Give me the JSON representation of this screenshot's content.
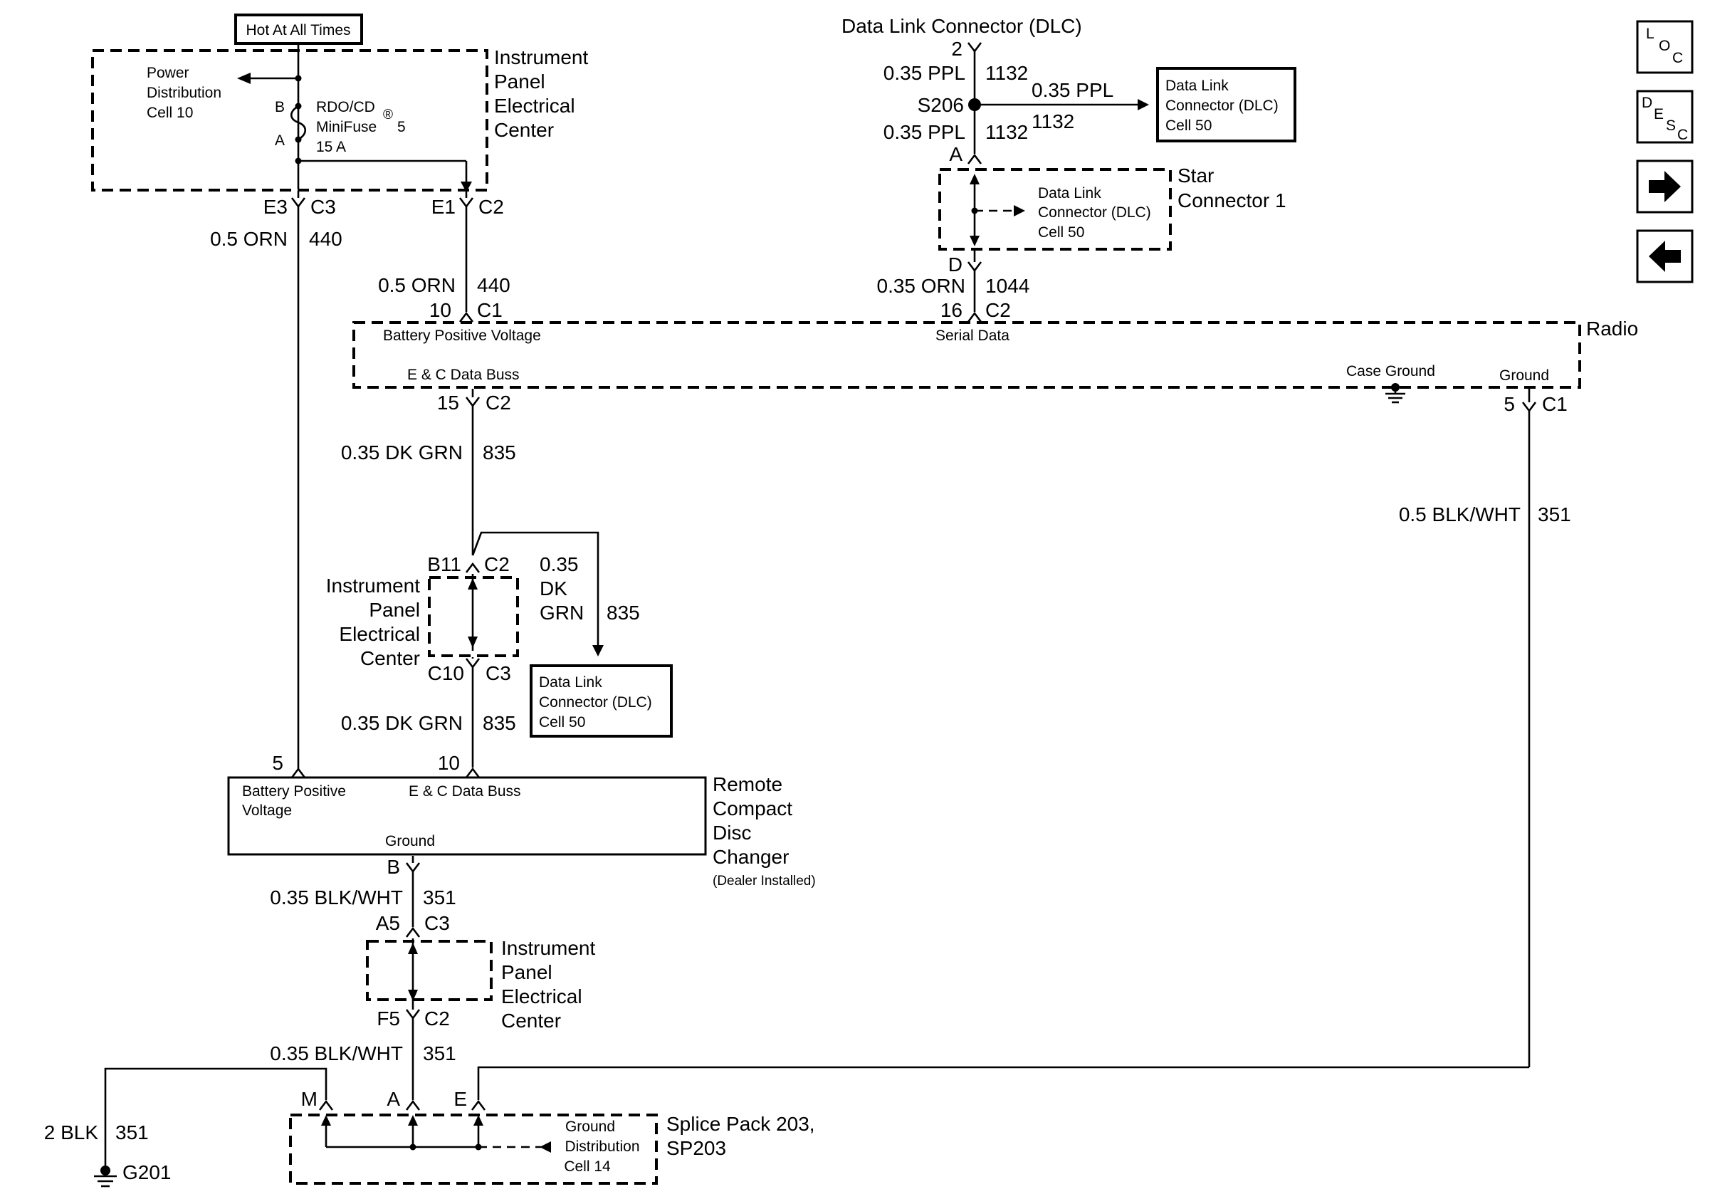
{
  "top": {
    "hot": "Hot At All Times",
    "dlc_title": "Data Link Connector (DLC)"
  },
  "ipec": {
    "title_lines": [
      "Instrument",
      "Panel",
      "Electrical",
      "Center"
    ],
    "pdc_lines": [
      "Power",
      "Distribution",
      "Cell 10"
    ],
    "fuse_lines": [
      "RDO/CD",
      "MiniFuse",
      "15 A"
    ],
    "fuse_reg": "®",
    "fuse_num": "5",
    "pin_b": "B",
    "pin_a": "A",
    "e3": "E3",
    "c3": "C3",
    "e1": "E1",
    "c2": "C2",
    "wire_440_left_size": "0.5 ORN",
    "wire_440_left_num": "440",
    "wire_440_right_size": "0.5 ORN",
    "wire_440_right_num": "440"
  },
  "dlc": {
    "pin2": "2",
    "wire_ppl_a_size": "0.35 PPL",
    "wire_ppl_a_num": "1132",
    "splice": "S206",
    "wire_ppl_b_size": "0.35 PPL",
    "wire_ppl_b_num": "1132",
    "wire_ppl_c_size": "0.35 PPL",
    "wire_ppl_c_num": "1132",
    "box_lines": [
      "Data Link",
      "Connector (DLC)",
      "Cell 50"
    ],
    "pin_a": "A",
    "star_lines": [
      "Star",
      "Connector 1"
    ],
    "star_box_lines": [
      "Data Link",
      "Connector (DLC)",
      "Cell 50"
    ],
    "pin_d": "D",
    "wire_orn_size": "0.35 ORN",
    "wire_orn_num": "1044"
  },
  "radio": {
    "title": "Radio",
    "pin10": "10",
    "c1": "C1",
    "pin16": "16",
    "c2": "C2",
    "bpv": "Battery Positive Voltage",
    "serial": "Serial Data",
    "ec_buss": "E & C Data Buss",
    "case_ground": "Case Ground",
    "ground": "Ground",
    "pin15": "15",
    "c2b": "C2",
    "pin5": "5",
    "c1b": "C1"
  },
  "mid": {
    "wire_835_a_size": "0.35 DK GRN",
    "wire_835_a_num": "835",
    "wire_351_right_size": "0.5 BLK/WHT",
    "wire_351_right_num": "351",
    "b11": "B11",
    "c2": "C2",
    "ipec_lines": [
      "Instrument",
      "Panel",
      "Electrical",
      "Center"
    ],
    "c10": "C10",
    "c3": "C3",
    "branch_lines": [
      "0.35",
      "DK",
      "GRN"
    ],
    "branch_num": "835",
    "dlc_box_lines": [
      "Data Link",
      "Connector (DLC)",
      "Cell 50"
    ],
    "wire_835_b_size": "0.35 DK GRN",
    "wire_835_b_num": "835"
  },
  "rcdc": {
    "pin5": "5",
    "pin10": "10",
    "title_lines": [
      "Remote",
      "Compact",
      "Disc",
      "Changer"
    ],
    "dealer": "(Dealer Installed)",
    "bpv_lines": [
      "Battery Positive",
      "Voltage"
    ],
    "ec_buss": "E & C Data Buss",
    "ground": "Ground",
    "pin_b": "B"
  },
  "bottom": {
    "wire_351_a_size": "0.35 BLK/WHT",
    "wire_351_a_num": "351",
    "a5": "A5",
    "c3": "C3",
    "ipec_lines": [
      "Instrument",
      "Panel",
      "Electrical",
      "Center"
    ],
    "f5": "F5",
    "c2": "C2",
    "wire_351_b_size": "0.35 BLK/WHT",
    "wire_351_b_num": "351",
    "pin_m": "M",
    "pin_a": "A",
    "pin_e": "E",
    "splice_lines": [
      "Splice Pack 203,",
      "SP203"
    ],
    "gnd_dist_lines": [
      "Ground",
      "Distribution",
      "Cell 14"
    ],
    "wire_blk_size": "2 BLK",
    "wire_blk_num": "351",
    "g201": "G201"
  },
  "nav": {
    "loc_letters": [
      "L",
      "O",
      "C"
    ],
    "desc_letters": [
      "D",
      "E",
      "S",
      "C"
    ],
    "icons": [
      "loc-icon",
      "desc-icon",
      "arrow-right-icon",
      "arrow-left-icon"
    ]
  }
}
